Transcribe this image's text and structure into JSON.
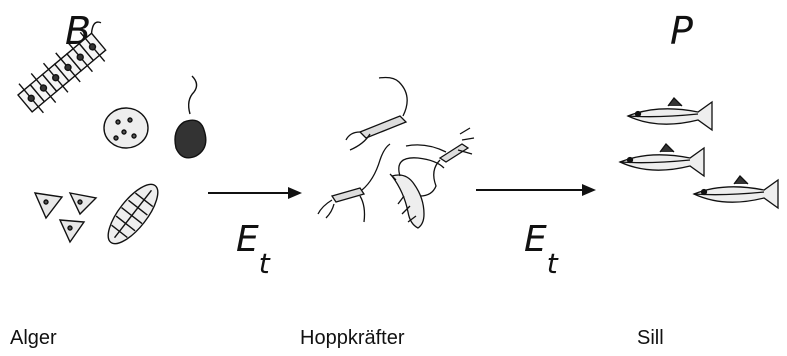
{
  "symbols": {
    "biomass": "B",
    "production": "P"
  },
  "transfer": {
    "letter": "E",
    "subscript": "t"
  },
  "labels": {
    "algae": "Alger",
    "copepods": "Hoppkräfter",
    "herring": "Sill"
  },
  "colors": {
    "ink": "#111111",
    "fill_light": "#e8e8e8"
  },
  "icons": [
    "algae-drawing",
    "copepod-drawing",
    "herring-drawing",
    "arrow-right-icon"
  ]
}
